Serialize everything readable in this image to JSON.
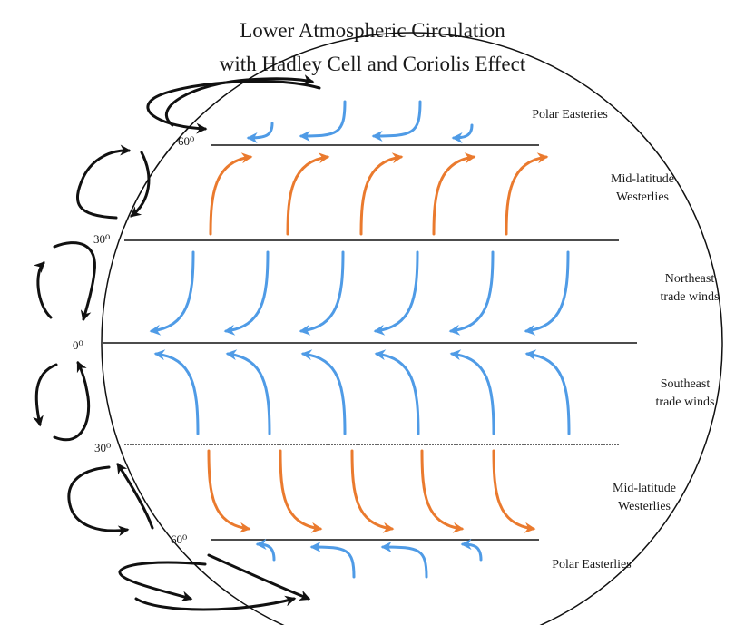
{
  "title": {
    "line1": "Lower Atmospheric Circulation",
    "line2": "with Hadley Cell and Coriolis Effect"
  },
  "latitude_labels": {
    "north_60": "60⁰",
    "north_30": "30⁰",
    "equator": "0⁰",
    "south_30": "30⁰",
    "south_60": "60⁰"
  },
  "wind_labels": {
    "polar_north": "Polar Easteries",
    "midlat_north_1": "Mid-latitude",
    "midlat_north_2": "Westerlies",
    "trade_north_1": "Northeast",
    "trade_north_2": "trade winds",
    "trade_south_1": "Southeast",
    "trade_south_2": "trade winds",
    "midlat_south_1": "Mid-latitude",
    "midlat_south_2": "Westerlies",
    "polar_south": "Polar Easterlies"
  },
  "colors": {
    "polar_arrow": "#4f9be6",
    "trade_arrow": "#4f9be6",
    "westerly_arrow": "#ea7a2e",
    "cell_arrow": "#111111",
    "outline": "#111111"
  }
}
